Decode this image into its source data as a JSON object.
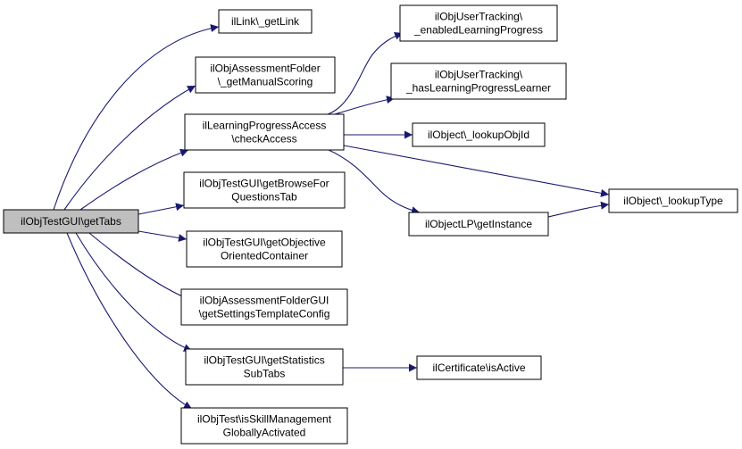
{
  "colors": {
    "edge": "#191970",
    "node_border": "#000000",
    "node_fill": "#ffffff",
    "root_fill": "#bfbfbf"
  },
  "nodes": [
    {
      "id": "root",
      "lines": [
        "ilObjTestGUI\\getTabs"
      ],
      "root": true
    },
    {
      "id": "getlink",
      "lines": [
        "ilLink\\_getLink"
      ]
    },
    {
      "id": "manualscoring",
      "lines": [
        "ilObjAssessmentFolder",
        "\\_getManualScoring"
      ]
    },
    {
      "id": "checkaccess",
      "lines": [
        "ilLearningProgressAccess",
        "\\checkAccess"
      ]
    },
    {
      "id": "browsetab",
      "lines": [
        "ilObjTestGUI\\getBrowseFor",
        "QuestionsTab"
      ]
    },
    {
      "id": "objcontainer",
      "lines": [
        "ilObjTestGUI\\getObjective",
        "OrientedContainer"
      ]
    },
    {
      "id": "settingstpl",
      "lines": [
        "ilObjAssessmentFolderGUI",
        "\\getSettingsTemplateConfig"
      ]
    },
    {
      "id": "statsubtabs",
      "lines": [
        "ilObjTestGUI\\getStatistics",
        "SubTabs"
      ]
    },
    {
      "id": "skillmgmt",
      "lines": [
        "ilObjTest\\isSkillManagement",
        "GloballyActivated"
      ]
    },
    {
      "id": "enabledlp",
      "lines": [
        "ilObjUserTracking\\",
        "_enabledLearningProgress"
      ]
    },
    {
      "id": "haslp",
      "lines": [
        "ilObjUserTracking\\",
        "_hasLearningProgressLearner"
      ]
    },
    {
      "id": "lookupobjid",
      "lines": [
        "ilObject\\_lookupObjId"
      ]
    },
    {
      "id": "getinstance",
      "lines": [
        "ilObjectLP\\getInstance"
      ]
    },
    {
      "id": "lookuptype",
      "lines": [
        "ilObject\\_lookupType"
      ]
    },
    {
      "id": "isactive",
      "lines": [
        "ilCertificate\\isActive"
      ]
    }
  ],
  "edges": [
    {
      "from": "root",
      "to": "getlink"
    },
    {
      "from": "root",
      "to": "manualscoring"
    },
    {
      "from": "root",
      "to": "checkaccess"
    },
    {
      "from": "root",
      "to": "browsetab"
    },
    {
      "from": "root",
      "to": "objcontainer"
    },
    {
      "from": "root",
      "to": "settingstpl"
    },
    {
      "from": "root",
      "to": "statsubtabs"
    },
    {
      "from": "root",
      "to": "skillmgmt"
    },
    {
      "from": "checkaccess",
      "to": "enabledlp"
    },
    {
      "from": "checkaccess",
      "to": "haslp"
    },
    {
      "from": "checkaccess",
      "to": "lookupobjid"
    },
    {
      "from": "checkaccess",
      "to": "getinstance"
    },
    {
      "from": "checkaccess",
      "to": "lookuptype"
    },
    {
      "from": "getinstance",
      "to": "lookuptype"
    },
    {
      "from": "statsubtabs",
      "to": "isactive"
    }
  ]
}
